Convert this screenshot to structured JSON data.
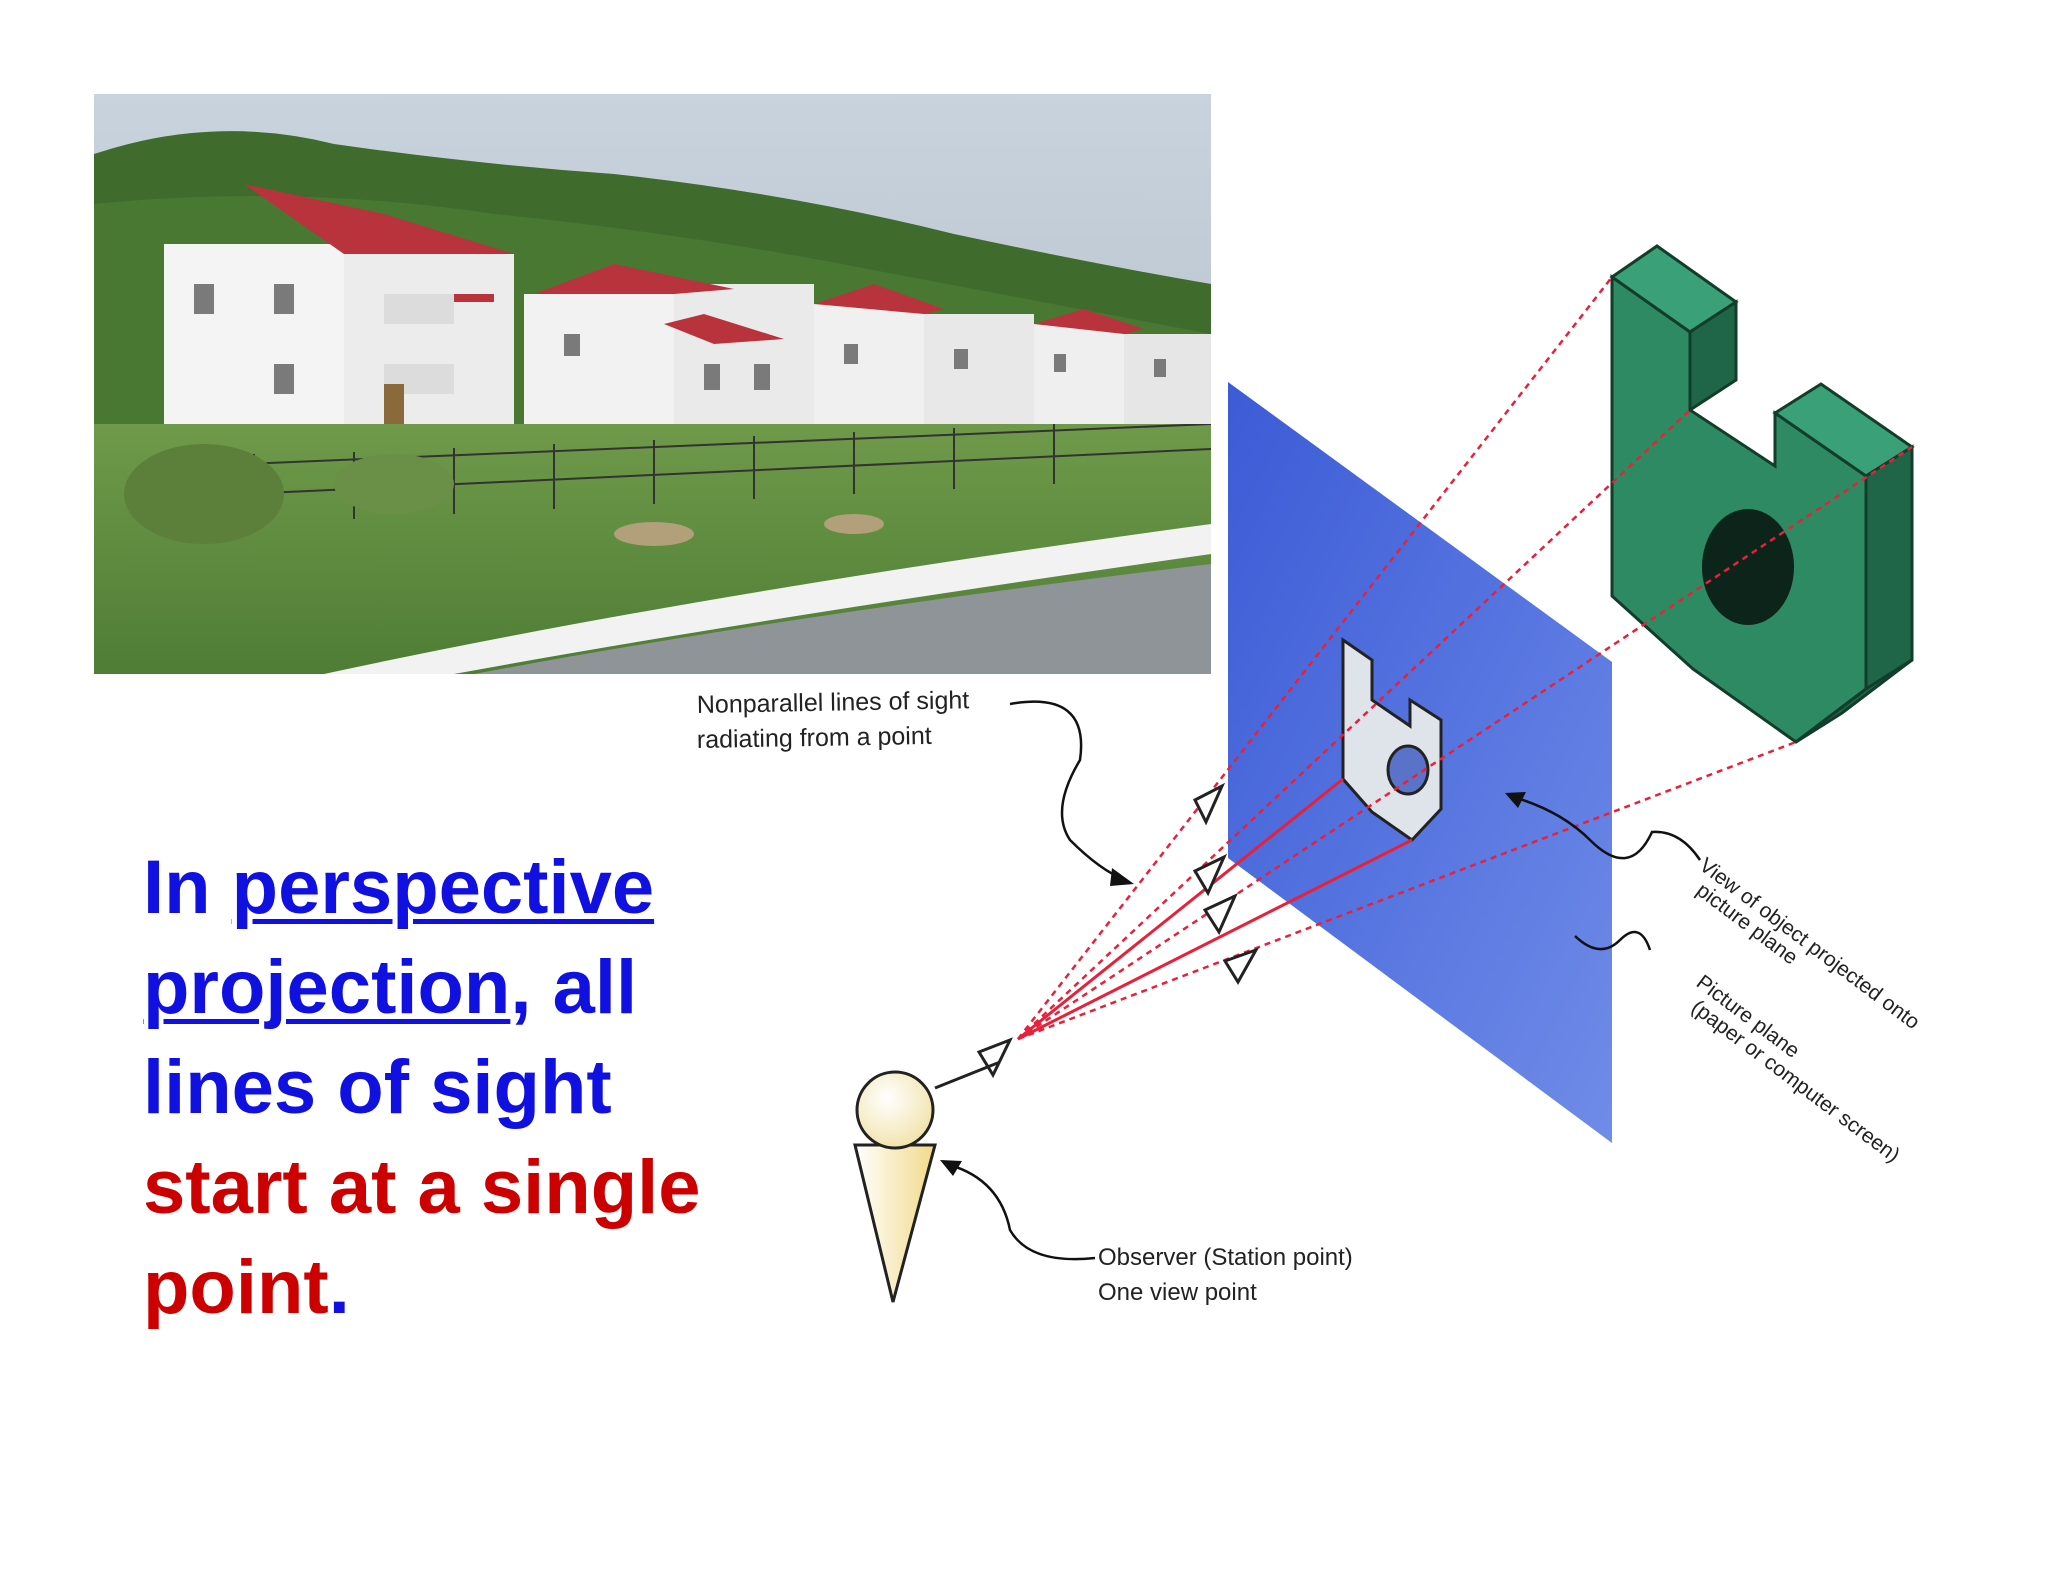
{
  "caption": {
    "part1": "In ",
    "link": "perspective projection",
    "part2": ", all lines of sight ",
    "part3": "start at a single point",
    "period": "."
  },
  "labels": {
    "nonparallel_line1": "Nonparallel lines of sight",
    "nonparallel_line2": "radiating from a point",
    "view_projected_line1": "View of object projected onto",
    "view_projected_line2": "picture plane",
    "picture_plane_line1": "Picture plane",
    "picture_plane_line2": "(paper or computer screen)",
    "observer_line1": "Observer (Station point)",
    "observer_line2": "One view point"
  },
  "colors": {
    "caption_blue": "#1010e0",
    "caption_red": "#cc0000",
    "picture_plane": "#4466dd",
    "object_green": "#2e8a63",
    "sight_lines": "#e8203a"
  }
}
